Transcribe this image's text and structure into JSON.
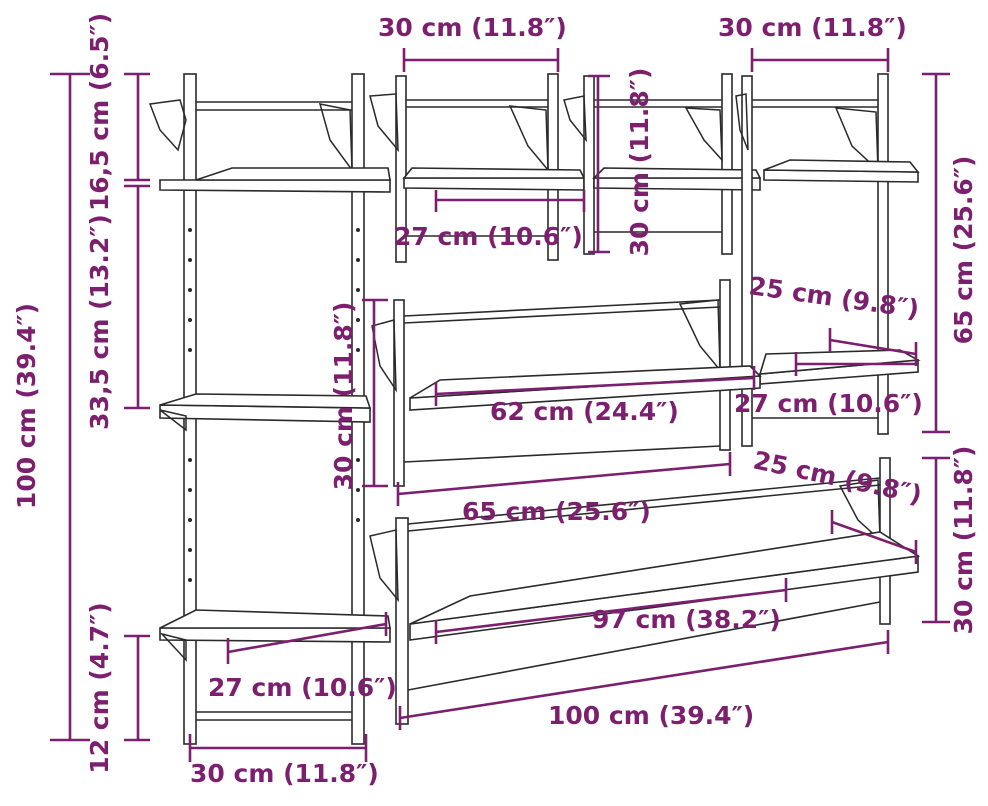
{
  "colors": {
    "dimension": "#7b1f6e",
    "drawing": "#2a2a2a",
    "background": "#ffffff"
  },
  "dimensions": {
    "total_height": "100 cm (39.4″)",
    "top_gap": "16,5 cm (6.5″)",
    "middle_gap": "33,5 cm (13.2″)",
    "bottom_gap": "12 cm (4.7″)",
    "left_unit_width": "30 cm (11.8″)",
    "left_shelf_depth": "27 cm (10.6″)",
    "top_unit1_width": "30 cm (11.8″)",
    "top_unit1_depth": "27 cm (10.6″)",
    "top_unit_height": "30 cm (11.8″)",
    "top_unit3_width": "30 cm (11.8″)",
    "right_unit_height": "65 cm (25.6″)",
    "right_shelf_depth_upper": "25 cm (9.8″)",
    "right_shelf_width": "27 cm (10.6″)",
    "middle_unit_height": "30 cm (11.8″)",
    "middle_shelf_width": "62 cm (24.4″)",
    "middle_unit_width": "65 cm (25.6″)",
    "bottom_shelf_depth": "25 cm (9.8″)",
    "bottom_unit_height": "30 cm (11.8″)",
    "bottom_shelf_width": "97 cm (38.2″)",
    "bottom_unit_width": "100 cm (39.4″)"
  }
}
